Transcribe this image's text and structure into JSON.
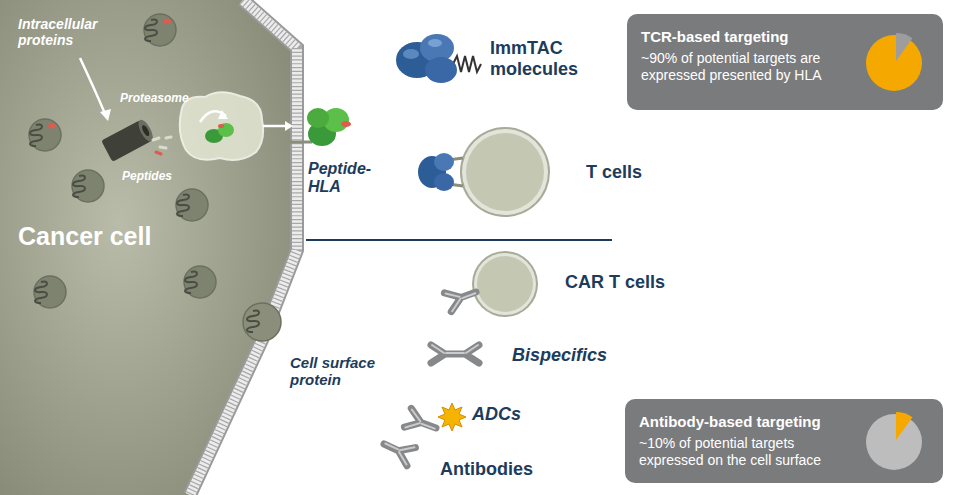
{
  "diagram": {
    "nodes": [
      {
        "text": [
          "Cancer cell"
        ]
      },
      {
        "text": [
          "TCR-based targeting",
          "~90% of potential targets are expressed presented by HLA"
        ]
      },
      {
        "text": [
          "Antibody-based targeting",
          "~10% of potential targets expressed on the cell surface"
        ]
      }
    ],
    "labels": [
      "Intracellular proteins",
      "Proteasome",
      "Peptides",
      "Peptide-HLA",
      "Cell surface protein",
      "ImmTAC molecules",
      "T cells",
      "CAR T cells",
      "Bispecifics",
      "ADCs",
      "Antibodies"
    ]
  }
}
